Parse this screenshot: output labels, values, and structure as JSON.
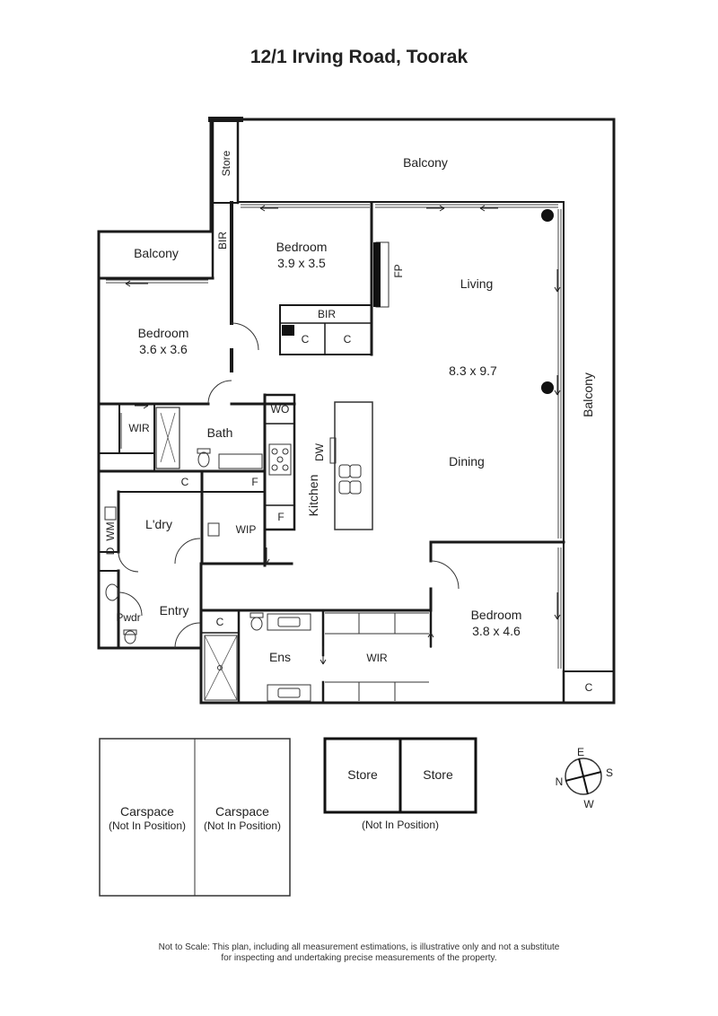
{
  "title": "12/1 Irving Road, Toorak",
  "rooms": {
    "balcony_top": "Balcony",
    "store_top": "Store",
    "bir_left": "BIR",
    "bedroom1": {
      "name": "Bedroom",
      "size": "3.9 x 3.5"
    },
    "fp": "FP",
    "living": "Living",
    "balcony_left": "Balcony",
    "bedroom2": {
      "name": "Bedroom",
      "size": "3.6 x 3.6"
    },
    "bir_lower": "BIR",
    "c1": "C",
    "c2": "C",
    "living_size": "8.3 x 9.7",
    "wir1": "WIR",
    "bath": "Bath",
    "wo": "WO",
    "dw": "DW",
    "dining": "Dining",
    "balcony_right": "Balcony",
    "c_ldry": "C",
    "f1": "F",
    "kitchen": "Kitchen",
    "f2": "F",
    "ldry": "L'dry",
    "wm": "WM",
    "d": "D",
    "wip": "WIP",
    "pwdr": "Pwdr",
    "entry": "Entry",
    "c_ens": "C",
    "bedroom3": {
      "name": "Bedroom",
      "size": "3.8 x 4.6"
    },
    "ens": "Ens",
    "wir2": "WIR",
    "c_corner": "C"
  },
  "carspaces": [
    {
      "label": "Carspace",
      "note": "(Not In Position)"
    },
    {
      "label": "Carspace",
      "note": "(Not In Position)"
    }
  ],
  "stores": [
    {
      "label": "Store"
    },
    {
      "label": "Store"
    }
  ],
  "stores_note": "(Not In Position)",
  "compass": {
    "n": "N",
    "e": "E",
    "s": "S",
    "w": "W"
  },
  "disclaimer": [
    "Not to Scale: This plan, including all measurement estimations, is illustrative only and not a substitute",
    "for inspecting and undertaking precise measurements of the property."
  ]
}
